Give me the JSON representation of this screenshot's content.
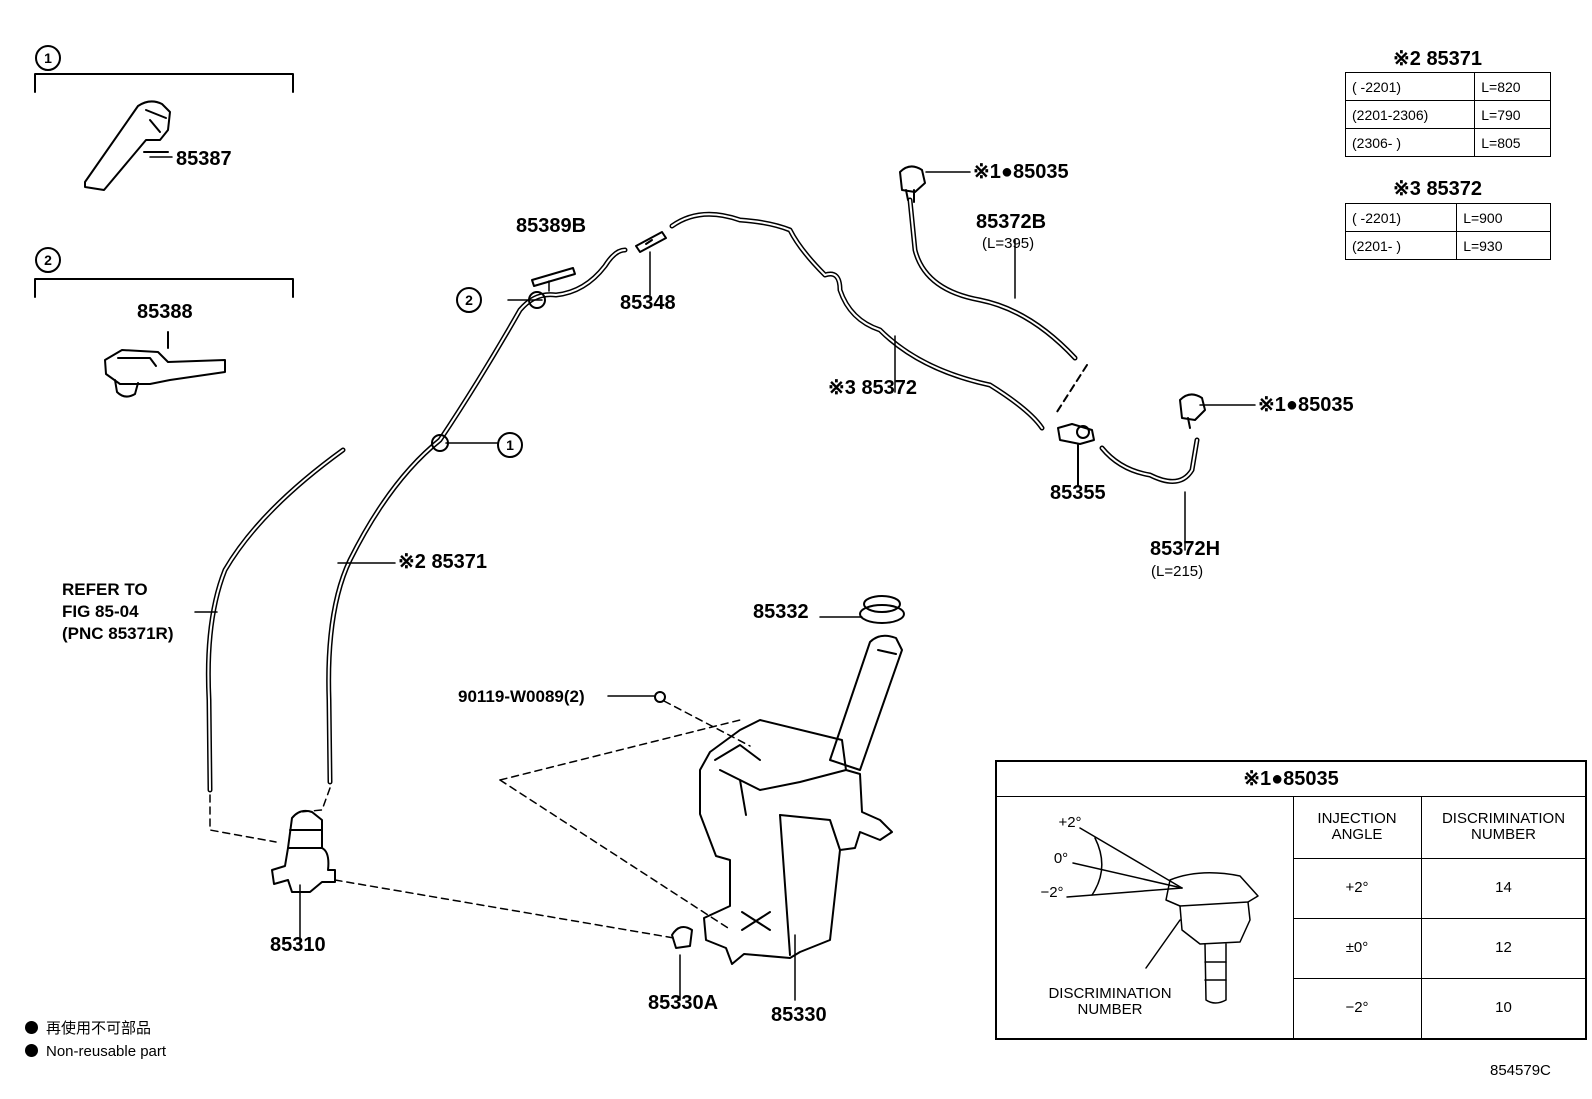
{
  "parts": {
    "p85387": "85387",
    "p85388": "85388",
    "p85389B": "85389B",
    "p85348": "85348",
    "p85372": "※3 85372",
    "p85371": "※2 85371",
    "p85372B": "85372B",
    "p85372B_len": "(L=395)",
    "p85035_a": "※1●85035",
    "p85035_b": "※1●85035",
    "p85355": "85355",
    "p85372H": "85372H",
    "p85372H_len": "(L=215)",
    "p85332": "85332",
    "p90119": "90119-W0089(2)",
    "p85310": "85310",
    "p85330A": "85330A",
    "p85330": "85330"
  },
  "callouts": {
    "c1": "1",
    "c2": "2",
    "c1_group": "1",
    "c2_group": "2"
  },
  "refer": {
    "line1": "REFER TO",
    "line2": "FIG 85-04",
    "line3": "(PNC 85371R)"
  },
  "table_85371": {
    "title": "※2 85371",
    "rows": [
      {
        "range": "(      -2201)",
        "length": "L=820"
      },
      {
        "range": "(2201-2306)",
        "length": "L=790"
      },
      {
        "range": "(2306-      )",
        "length": "L=805"
      }
    ]
  },
  "table_85372": {
    "title": "※3 85372",
    "rows": [
      {
        "range": "(      -2201)",
        "length": "L=900"
      },
      {
        "range": "(2201-      )",
        "length": "L=930"
      }
    ]
  },
  "injection_table": {
    "title": "※1●85035",
    "angle_labels": {
      "plus": "+2°",
      "zero": "0°",
      "minus": "−2°"
    },
    "disc_label": "DISCRIMINATION NUMBER",
    "col1": "INJECTION ANGLE",
    "col2": "DISCRIMINATION NUMBER",
    "rows": [
      {
        "angle": "+2°",
        "number": "14"
      },
      {
        "angle": "±0°",
        "number": "12"
      },
      {
        "angle": "−2°",
        "number": "10"
      }
    ]
  },
  "legend": {
    "jp": "再使用不可部品",
    "en": "Non-reusable part"
  },
  "figure_code": "854579C"
}
